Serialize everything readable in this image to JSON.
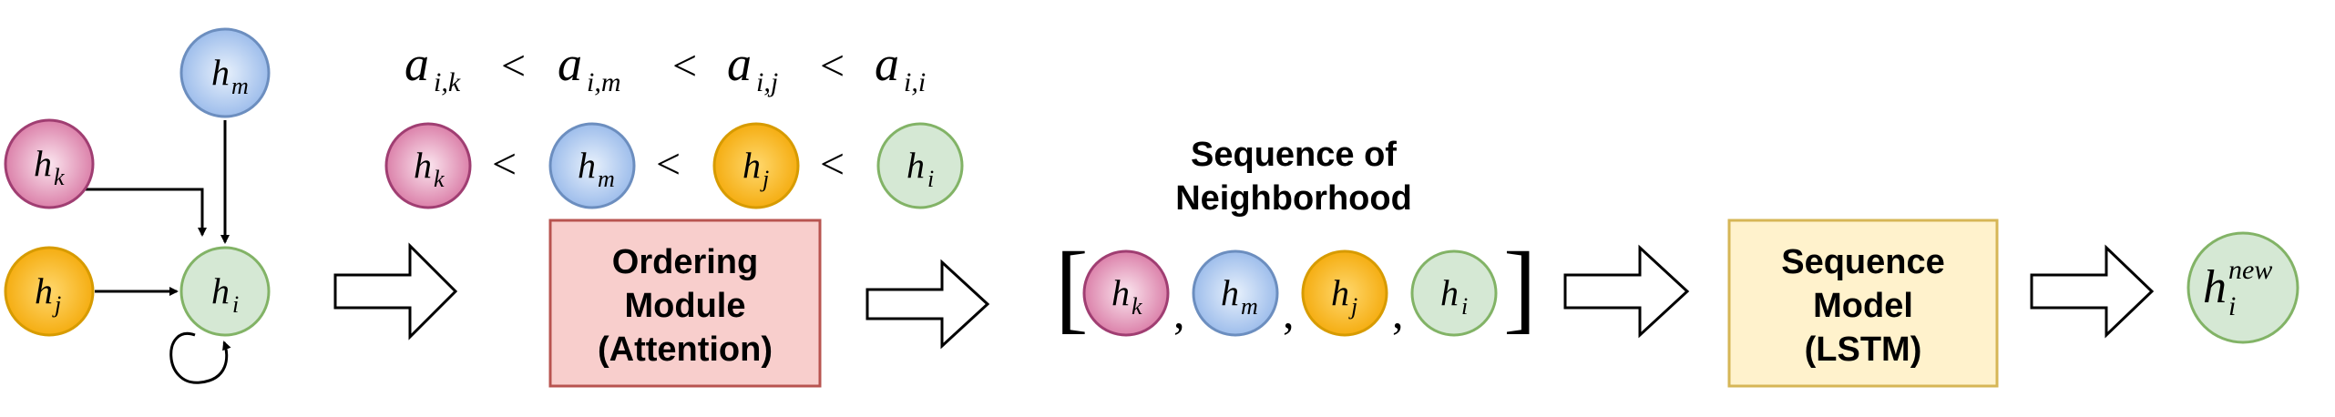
{
  "colors": {
    "pink_fill": "#e6a0bf",
    "pink_stroke": "#a03e72",
    "blue_fill": "#aecbf0",
    "blue_stroke": "#5b82c0",
    "orange_fill": "#ffb400",
    "orange_stroke": "#d79b00",
    "green_fill": "#d5e8d4",
    "green_stroke": "#82b366",
    "ordering_fill": "#f8cecc",
    "ordering_stroke": "#b85450",
    "sequence_fill": "#fff2cc",
    "sequence_stroke": "#d6b656"
  },
  "nodes": {
    "h_m": {
      "base": "h",
      "sub": "m"
    },
    "h_k": {
      "base": "h",
      "sub": "k"
    },
    "h_j": {
      "base": "h",
      "sub": "j"
    },
    "h_i": {
      "base": "h",
      "sub": "i"
    }
  },
  "attention_order": {
    "terms": [
      {
        "base": "a",
        "sub": "i,k"
      },
      {
        "base": "a",
        "sub": "i,m"
      },
      {
        "base": "a",
        "sub": "i,j"
      },
      {
        "base": "a",
        "sub": "i,i"
      }
    ],
    "relation": "<"
  },
  "ordering_module": {
    "line1": "Ordering",
    "line2": "Module",
    "line3": "(Attention)"
  },
  "sequence_title": {
    "line1": "Sequence of",
    "line2": "Neighborhood"
  },
  "sequence_brackets": {
    "open": "[",
    "close": "]",
    "separator": ","
  },
  "sequence_model": {
    "line1": "Sequence",
    "line2": "Model",
    "line3": "(LSTM)"
  },
  "output_node": {
    "base": "h",
    "sub": "i",
    "sup": "new"
  }
}
